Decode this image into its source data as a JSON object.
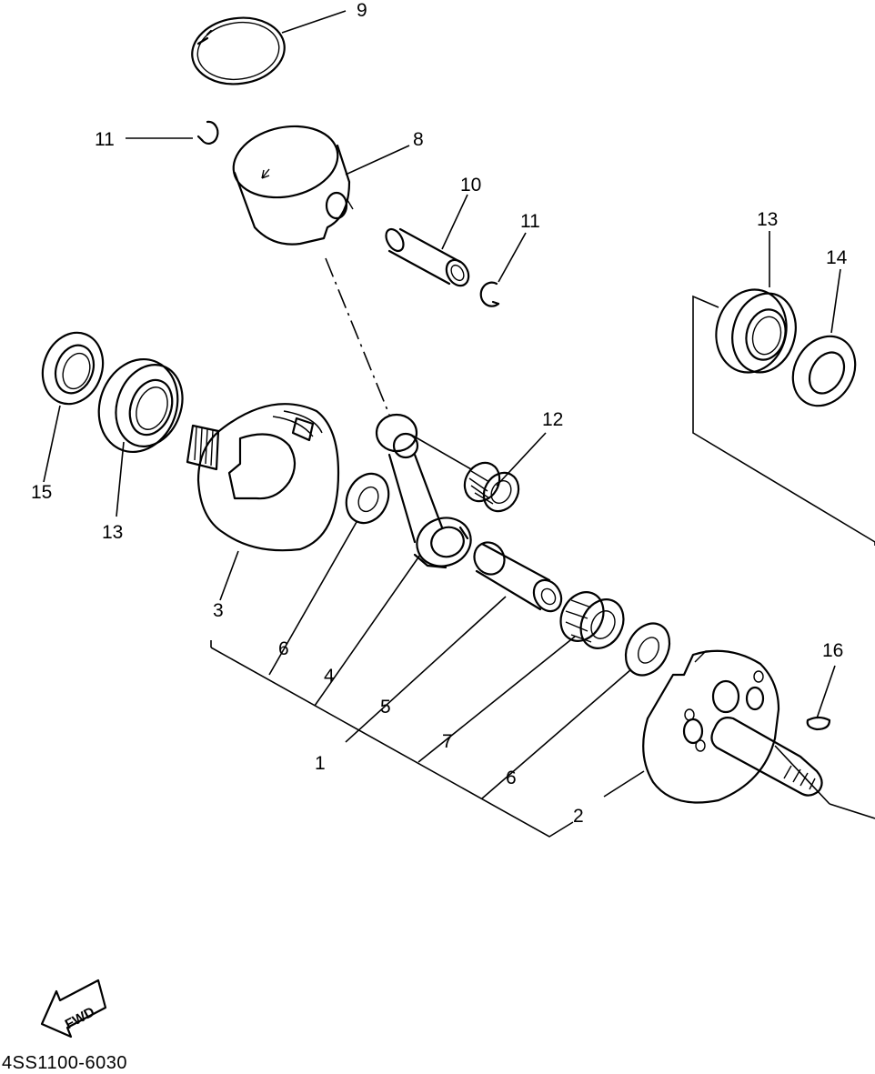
{
  "diagram": {
    "figure_code": "4SS1100-6030",
    "fwd_label": "FWD",
    "callouts": [
      {
        "id": "c1",
        "text": "1"
      },
      {
        "id": "c2",
        "text": "2"
      },
      {
        "id": "c3",
        "text": "3"
      },
      {
        "id": "c4",
        "text": "4"
      },
      {
        "id": "c5",
        "text": "5"
      },
      {
        "id": "c6a",
        "text": "6"
      },
      {
        "id": "c6b",
        "text": "6"
      },
      {
        "id": "c7",
        "text": "7"
      },
      {
        "id": "c8",
        "text": "8"
      },
      {
        "id": "c9",
        "text": "9"
      },
      {
        "id": "c10",
        "text": "10"
      },
      {
        "id": "c11a",
        "text": "11"
      },
      {
        "id": "c11b",
        "text": "11"
      },
      {
        "id": "c12",
        "text": "12"
      },
      {
        "id": "c13a",
        "text": "13"
      },
      {
        "id": "c13b",
        "text": "13"
      },
      {
        "id": "c14",
        "text": "14"
      },
      {
        "id": "c15",
        "text": "15"
      },
      {
        "id": "c16",
        "text": "16"
      }
    ]
  }
}
